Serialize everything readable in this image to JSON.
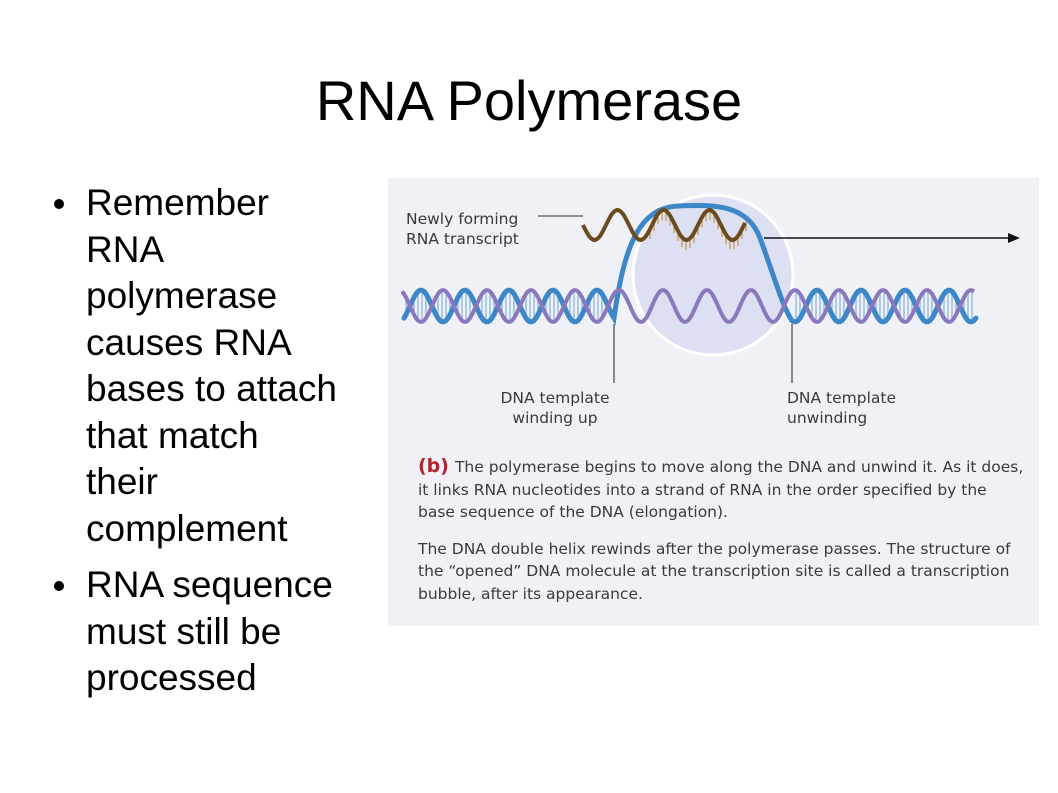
{
  "slide": {
    "title": "RNA Polymerase",
    "bullets": [
      "Remember RNA polymerase causes RNA bases to attach that match their complement",
      "RNA sequence must still be processed"
    ]
  },
  "figure": {
    "labels": {
      "rna_transcript": [
        "Newly forming",
        "RNA transcript"
      ],
      "winding_up": [
        "DNA template",
        "winding up"
      ],
      "unwinding": [
        "DNA template",
        "unwinding"
      ]
    },
    "caption": {
      "letter": "(b)",
      "paragraph1": "The polymerase begins to move along the DNA and unwind it. As it does, it links RNA nucleotides into a strand of RNA in the order specified by the base sequence of the DNA (elongation).",
      "paragraph2": "The DNA double helix rewinds after the polymerase passes. The structure of the “opened” DNA molecule at the transcription site is called a transcription bubble, after its appearance."
    },
    "colors": {
      "background": "#f0f1f6",
      "bubble": "#dde0f2",
      "dna_blue": "#3d87c8",
      "dna_purple": "#8a78bc",
      "rna_brown": "#6b4a1e",
      "caption_letter": "#b5202a"
    }
  }
}
